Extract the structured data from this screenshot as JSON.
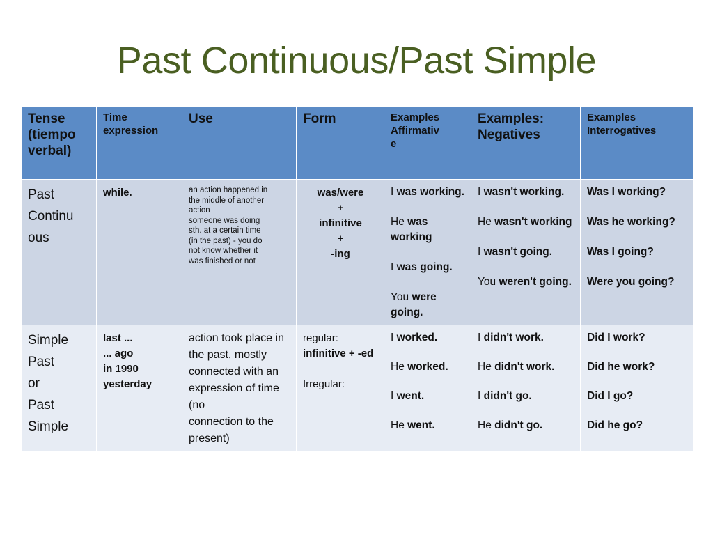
{
  "slide": {
    "title": "Past Continuous/Past Simple",
    "title_color": "#4a5f22",
    "header_bg": "#5b8bc6",
    "row1_bg": "#ccd5e4",
    "row2_bg": "#e7ecf4"
  },
  "table": {
    "headers": [
      {
        "key": "tense",
        "lines": [
          "Tense",
          "(tiempo",
          "verbal)"
        ],
        "size": "md"
      },
      {
        "key": "time",
        "lines": [
          "Time",
          "expression"
        ],
        "size": "sm"
      },
      {
        "key": "use",
        "lines": [
          "Use"
        ],
        "size": "md"
      },
      {
        "key": "form",
        "lines": [
          "Form"
        ],
        "size": "md"
      },
      {
        "key": "examples_affirmative",
        "lines": [
          "Examples",
          "Affirmativ",
          "e"
        ],
        "size": "sm"
      },
      {
        "key": "examples_negatives",
        "lines": [
          "Examples:",
          "Negatives"
        ],
        "size": "md"
      },
      {
        "key": "examples_interrogatives",
        "lines": [
          "Examples",
          "Interrogatives"
        ],
        "size": "sm"
      }
    ],
    "rows": [
      {
        "id": "past-continuous",
        "tense_lines": [
          "Past",
          "Continu",
          "ous"
        ],
        "time_lines": [
          "while."
        ],
        "use_lines": [
          "an action happened in",
          "the middle of another",
          "action",
          "someone was doing",
          "sth. at a certain time",
          "(in the past) - you do",
          "not know whether it",
          "was finished or not"
        ],
        "form_lines": [
          "was/were",
          "+",
          "infinitive",
          "+",
          "-ing"
        ],
        "affirmative": [
          {
            "plain": "I ",
            "bold": "was working."
          },
          {
            "plain": "He ",
            "bold": "was working"
          },
          {
            "plain": "I ",
            "bold": "was going."
          },
          {
            "plain": "You ",
            "bold": "were going."
          }
        ],
        "negatives": [
          {
            "plain": "I ",
            "bold": "wasn't working."
          },
          {
            "plain": "He ",
            "bold": "wasn't working"
          },
          {
            "plain": "I ",
            "bold": "wasn't going."
          },
          {
            "plain": "You ",
            "bold": "weren't going."
          }
        ],
        "interrogatives": [
          "Was I working?",
          "Was he working?",
          "Was I going?",
          "Were you going?"
        ]
      },
      {
        "id": "simple-past",
        "tense_lines": [
          "Simple",
          "Past",
          "or",
          "Past",
          "Simple"
        ],
        "time_lines": [
          "last ...",
          "... ago",
          "in 1990",
          "yesterday"
        ],
        "use_lines": [
          "action took place in",
          "the past, mostly",
          "connected with an",
          "expression of time (no",
          "connection to the",
          "present)"
        ],
        "form_regular_label": "regular:",
        "form_regular_value": "infinitive + -ed",
        "form_irregular_label": "Irregular:",
        "affirmative": [
          {
            "plain": "I ",
            "bold": "worked."
          },
          {
            "plain": "He ",
            "bold": "worked."
          },
          {
            "plain": "I ",
            "bold": "went."
          },
          {
            "plain": "He ",
            "bold": "went."
          }
        ],
        "negatives": [
          {
            "plain": "I ",
            "bold": "didn't work."
          },
          {
            "plain": "He ",
            "bold": "didn't work."
          },
          {
            "plain": "I ",
            "bold": "didn't go."
          },
          {
            "plain": "He ",
            "bold": "didn't go."
          }
        ],
        "interrogatives": [
          "Did I work?",
          "Did he work?",
          "Did I go?",
          "Did he go?"
        ]
      }
    ]
  }
}
